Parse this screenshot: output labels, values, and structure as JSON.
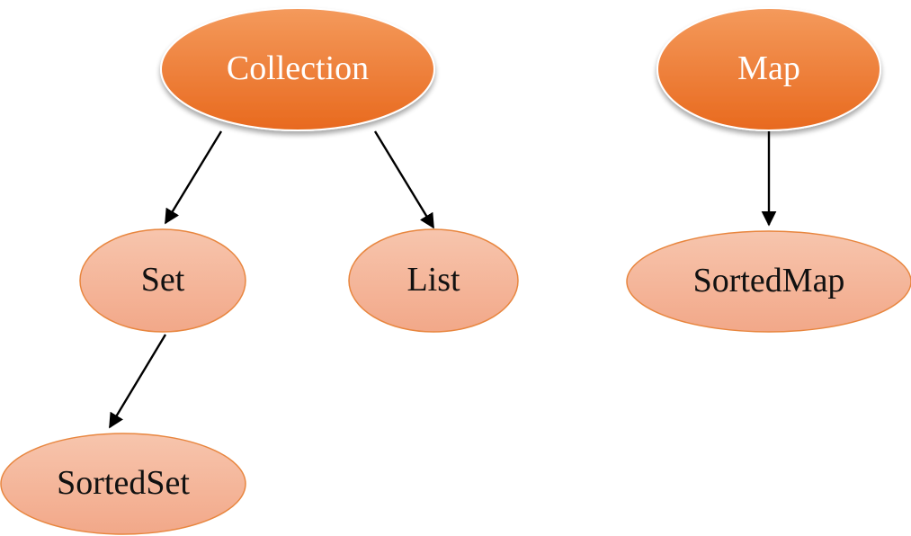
{
  "nodes": {
    "collection": {
      "label": "Collection"
    },
    "map": {
      "label": "Map"
    },
    "set": {
      "label": "Set"
    },
    "list": {
      "label": "List"
    },
    "sorted_map": {
      "label": "SortedMap"
    },
    "sorted_set": {
      "label": "SortedSet"
    }
  },
  "edges": [
    {
      "from": "Collection",
      "to": "Set"
    },
    {
      "from": "Collection",
      "to": "List"
    },
    {
      "from": "Map",
      "to": "SortedMap"
    },
    {
      "from": "Set",
      "to": "SortedSet"
    }
  ],
  "colors": {
    "primary_fill_top": "#f49a5c",
    "primary_fill_bottom": "#e8691e",
    "primary_stroke": "#ffffff",
    "secondary_fill_top": "#f7c5ad",
    "secondary_fill_bottom": "#f2a889",
    "secondary_stroke": "#e8863f",
    "edge": "#000000"
  }
}
